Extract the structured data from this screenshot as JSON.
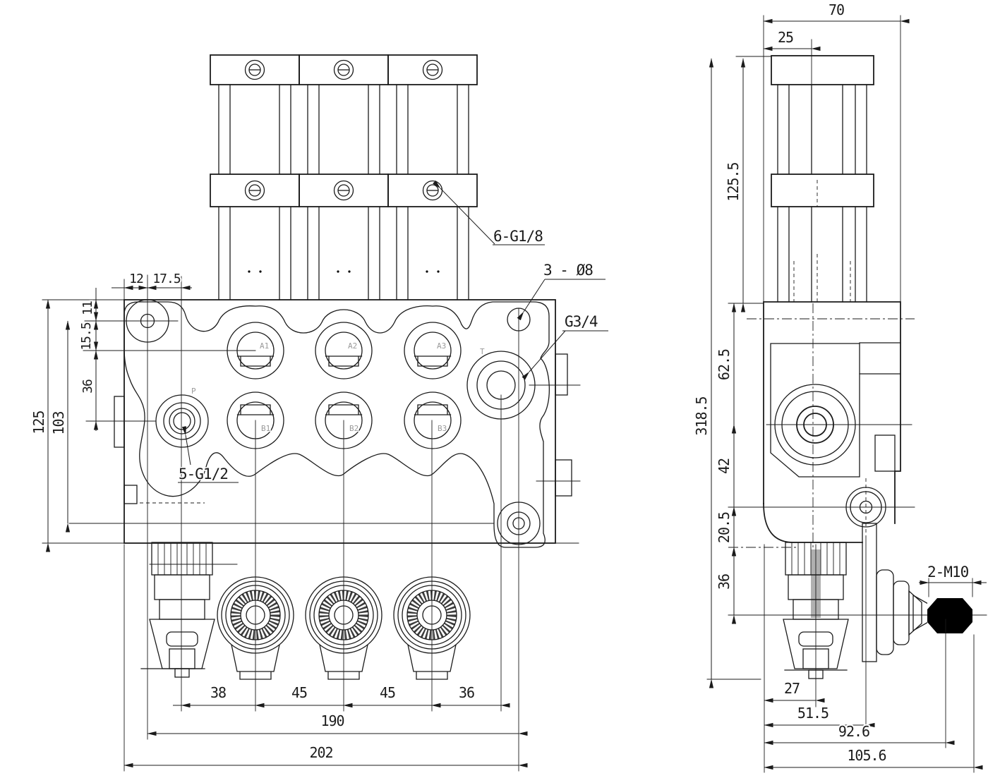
{
  "colors": {
    "background": "#ffffff",
    "line": "#1b1b1b",
    "port_label": "#9a9a9a",
    "fill_gray": "#b0b0b0",
    "handle_fill": "#000000"
  },
  "front": {
    "ports": {
      "a1": "A1",
      "a2": "A2",
      "a3": "A3",
      "b1": "B1",
      "b2": "B2",
      "b3": "B3",
      "p": "P",
      "t": "T"
    },
    "callouts": {
      "top_ports": "6-G1/8",
      "mounting_holes": "3 - Ø8",
      "tank_port": "G3/4",
      "work_ports": "5-G1/2"
    },
    "dims": {
      "d12": "12",
      "d17_5": "17.5",
      "d11": "11",
      "d15_5": "15.5",
      "d36_v": "36",
      "d103": "103",
      "d125": "125",
      "d38": "38",
      "d45_1": "45",
      "d45_2": "45",
      "d36_b": "36",
      "d190": "190",
      "d202": "202"
    }
  },
  "side": {
    "callouts": {
      "lever_thread": "2-M10"
    },
    "dims": {
      "d70": "70",
      "d25": "25",
      "d125_5": "125.5",
      "d318_5": "318.5",
      "d62_5": "62.5",
      "d42": "42",
      "d20_5": "20.5",
      "d36": "36",
      "d27": "27",
      "d51_5": "51.5",
      "d92_6": "92.6",
      "d105_6": "105.6"
    }
  }
}
